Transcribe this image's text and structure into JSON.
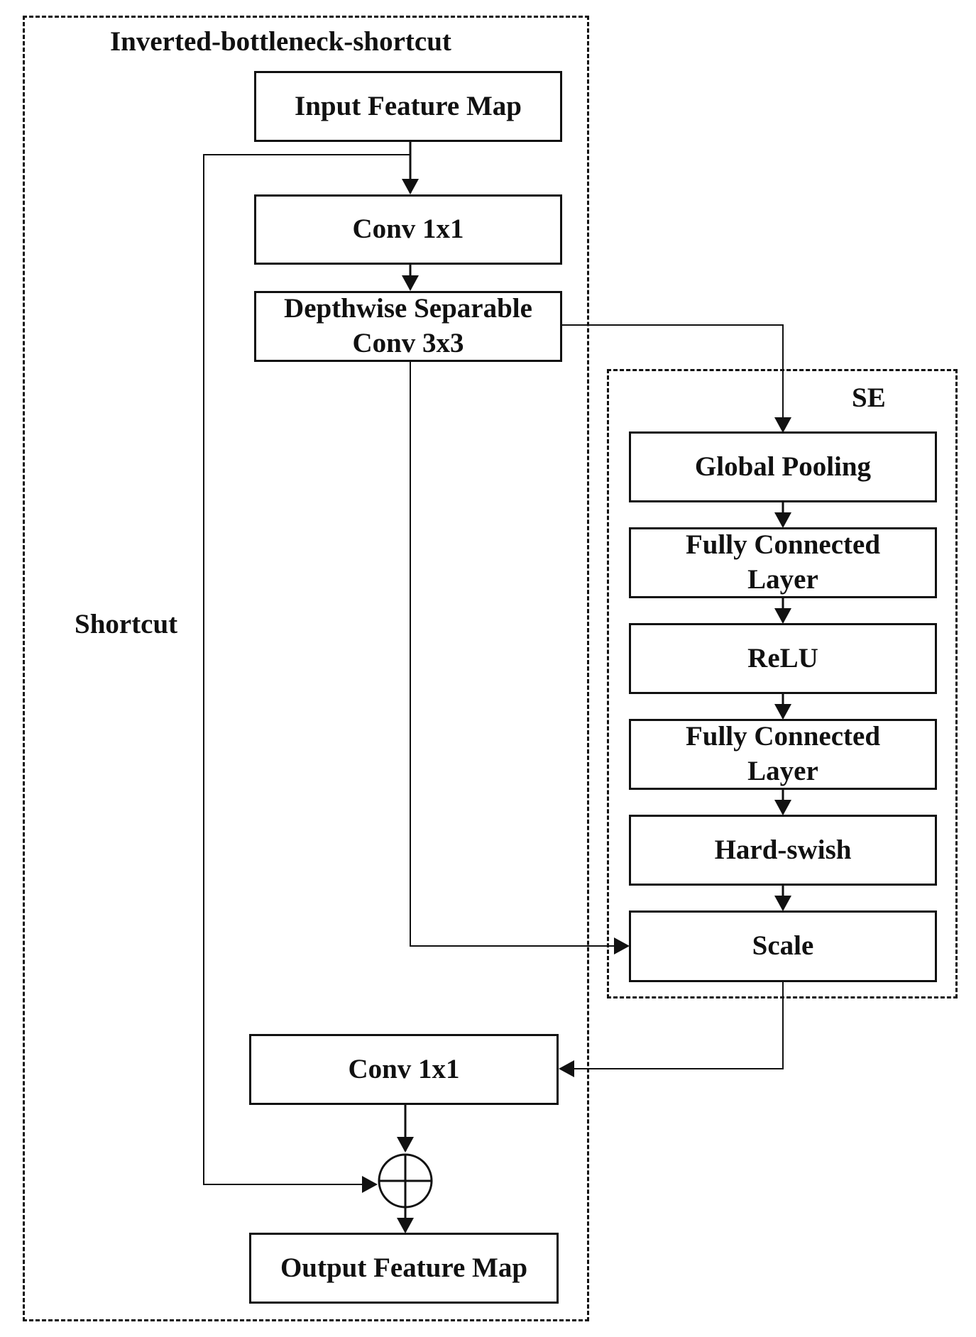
{
  "frames": {
    "outer_title": "Inverted-bottleneck-shortcut",
    "se_title": "SE"
  },
  "labels": {
    "shortcut": "Shortcut"
  },
  "blocks": {
    "input": "Input Feature Map",
    "conv1": "Conv 1x1",
    "dw_line1": "Depthwise Separable",
    "dw_line2": "Conv 3x3",
    "global_pooling": "Global Pooling",
    "fc1_line1": "Fully Connected",
    "fc1_line2": "Layer",
    "relu": "ReLU",
    "fc2_line1": "Fully Connected",
    "fc2_line2": "Layer",
    "hard_swish": "Hard-swish",
    "scale": "Scale",
    "conv2": "Conv 1x1",
    "output": "Output Feature Map"
  },
  "colors": {
    "stroke": "#111111",
    "background": "#ffffff"
  },
  "icons": {
    "sum": "circled-plus-icon"
  }
}
